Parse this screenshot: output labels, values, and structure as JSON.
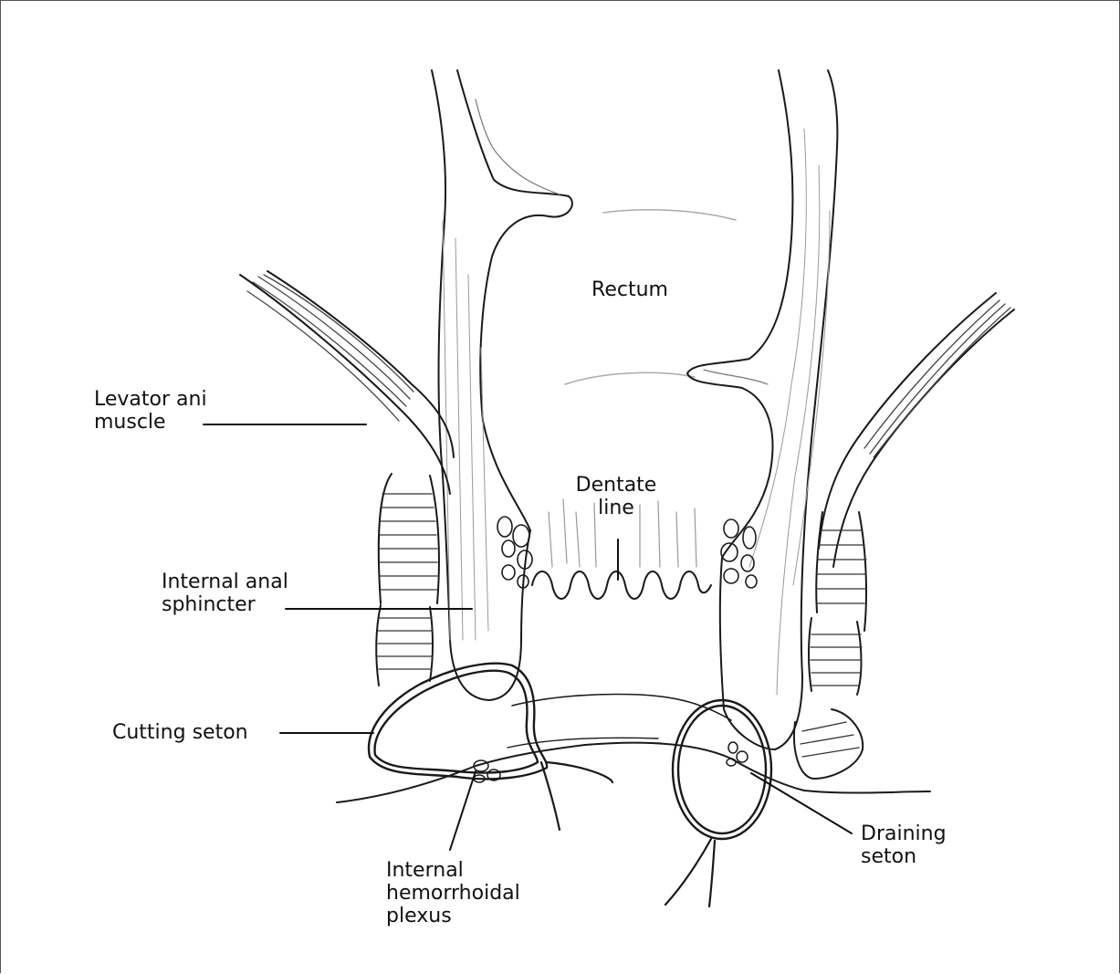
{
  "labels": {
    "rectum": "Rectum",
    "levator": [
      "Levator ani",
      "muscle"
    ],
    "dentate": [
      "Dentate",
      "line"
    ],
    "internal_sphincter": [
      "Internal anal",
      "sphincter"
    ],
    "cutting_seton": "Cutting seton",
    "hemorrhoidal_plexus": [
      "Internal",
      "hemorrhoidal",
      "plexus"
    ],
    "draining_seton": [
      "Draining",
      "seton"
    ]
  }
}
